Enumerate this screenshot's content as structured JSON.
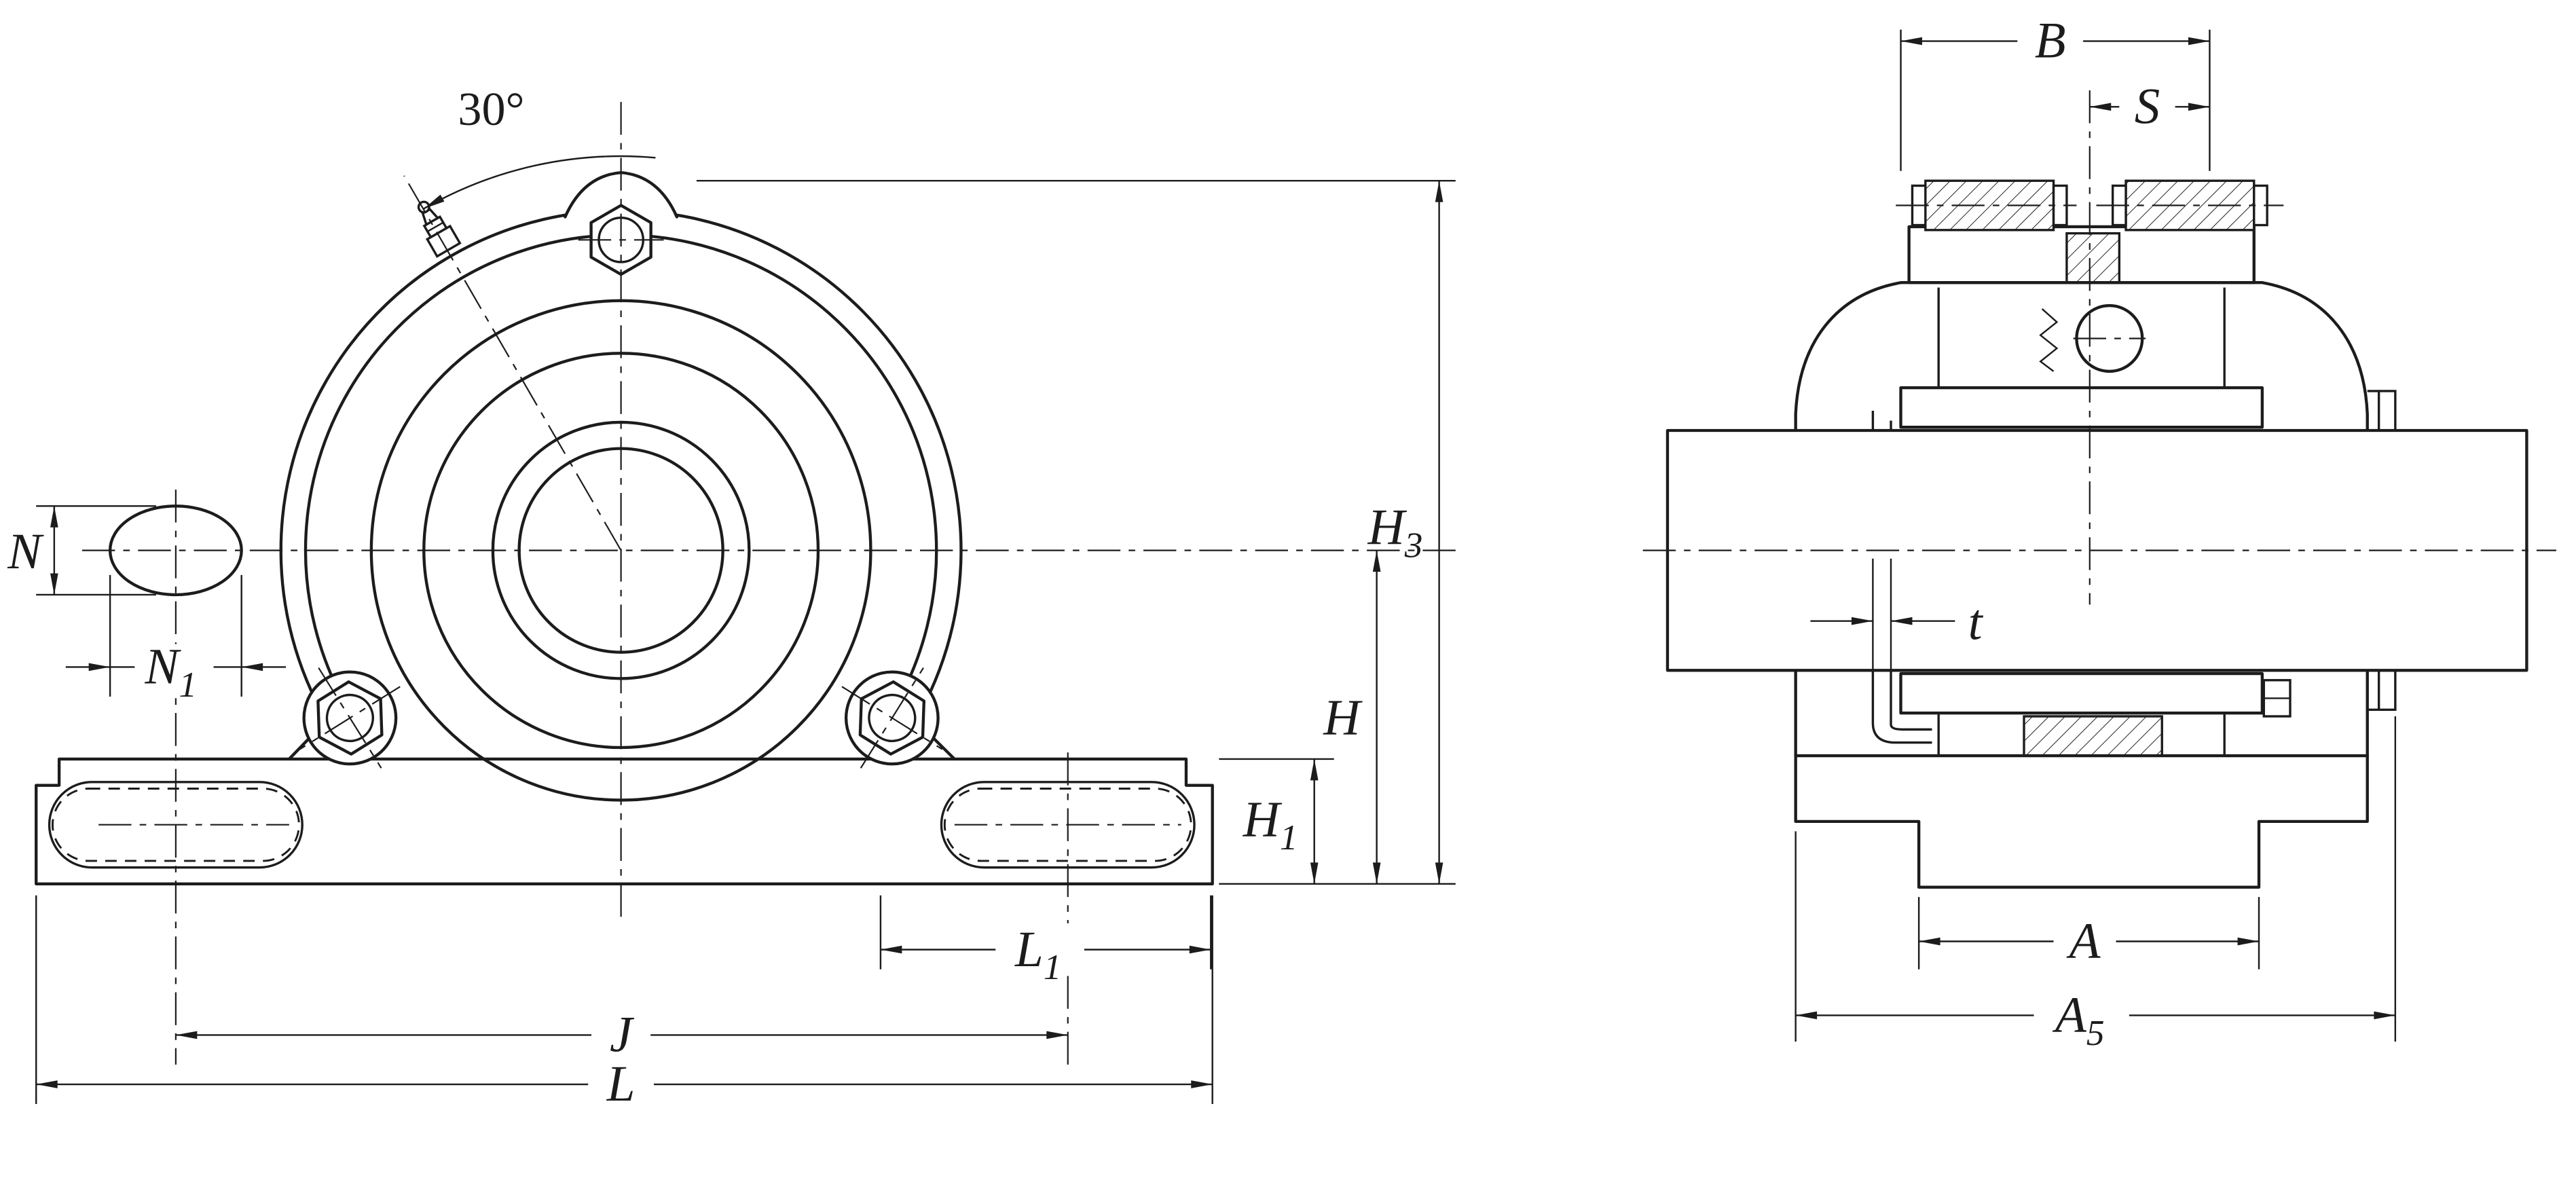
{
  "drawing_type": "pillow-block-bearing-unit-dimension-drawing",
  "colors": {
    "line": "#1c1c1c",
    "background": "#ffffff"
  },
  "labels": {
    "angle": {
      "text": "30°"
    },
    "N": {
      "main": "N"
    },
    "N1": {
      "main": "N",
      "sub": "1"
    },
    "H3": {
      "main": "H",
      "sub": "3"
    },
    "H": {
      "main": "H"
    },
    "H1": {
      "main": "H",
      "sub": "1"
    },
    "L1": {
      "main": "L",
      "sub": "1"
    },
    "J": {
      "main": "J"
    },
    "L": {
      "main": "L"
    },
    "B": {
      "main": "B"
    },
    "S": {
      "main": "S"
    },
    "t": {
      "main": "t"
    },
    "A": {
      "main": "A"
    },
    "A5": {
      "main": "A",
      "sub": "5"
    }
  }
}
